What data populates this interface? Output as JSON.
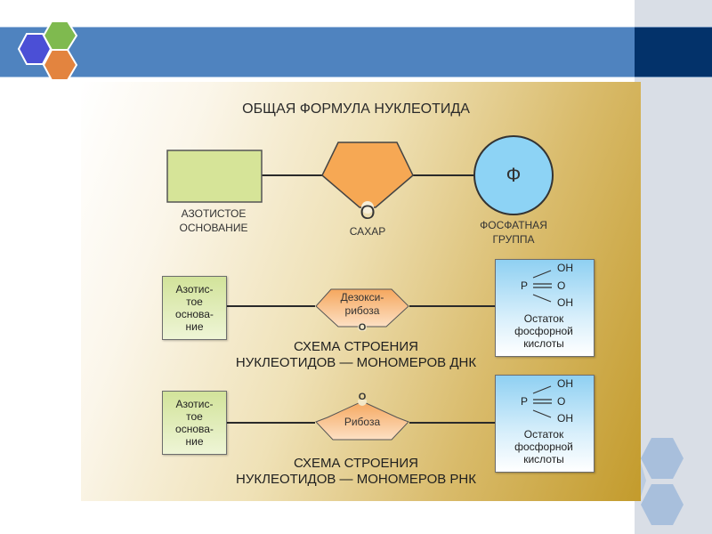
{
  "slide": {
    "colors": {
      "band_blue": "#4f83bf",
      "band_dark": "#03326a",
      "logo_hex_blue": "#4b4fd6",
      "logo_hex_green": "#7fba4f",
      "logo_hex_orange": "#e3843f",
      "base_green": "#d6e498",
      "sugar_orange": "#f6a854",
      "phosphate_blue": "#8dd3f5",
      "panel_gold": "#c39b2c"
    }
  },
  "general_formula": {
    "title": "ОБЩАЯ ФОРМУЛА НУКЛЕОТИДА",
    "base_label_line1": "АЗОТИСТОЕ",
    "base_label_line2": "ОСНОВАНИЕ",
    "sugar_oxygen": "O",
    "sugar_label": "САХАР",
    "phosphate_symbol": "Ф",
    "phosphate_label_line1": "ФОСФАТНАЯ",
    "phosphate_label_line2": "ГРУППА"
  },
  "dna_scheme": {
    "base_lines": [
      "Азотис-",
      "тое",
      "основа-",
      "ние"
    ],
    "sugar_lines": [
      "Дезокси-",
      "рибоза"
    ],
    "sugar_oxygen": "O",
    "phosphate": {
      "p": "P",
      "oh_top": "OH",
      "o_mid": "O",
      "oh_bottom": "OH",
      "caption_lines": [
        "Остаток",
        "фосфорной",
        "кислоты"
      ]
    },
    "caption_line1": "СХЕМА СТРОЕНИЯ",
    "caption_line2": "НУКЛЕОТИДОВ — МОНОМЕРОВ ДНК"
  },
  "rna_scheme": {
    "base_lines": [
      "Азотис-",
      "тое",
      "основа-",
      "ние"
    ],
    "sugar_label": "Рибоза",
    "sugar_oxygen": "O",
    "phosphate": {
      "p": "P",
      "oh_top": "OH",
      "o_mid": "O",
      "oh_bottom": "OH",
      "caption_lines": [
        "Остаток",
        "фосфорной",
        "кислоты"
      ]
    },
    "caption_line1": "СХЕМА СТРОЕНИЯ",
    "caption_line2": "НУКЛЕОТИДОВ — МОНОМЕРОВ РНК"
  }
}
